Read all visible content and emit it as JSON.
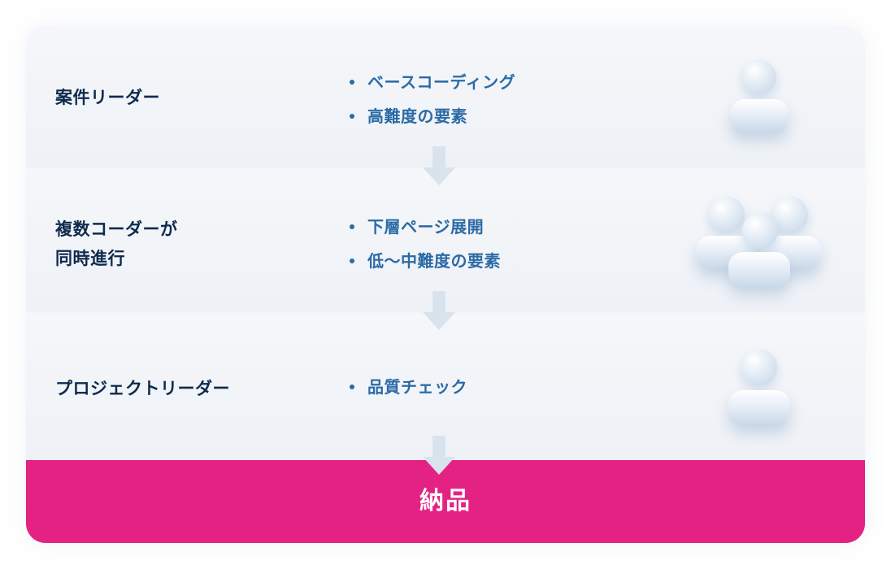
{
  "steps": [
    {
      "role_lines": [
        "案件リーダー"
      ],
      "tasks": [
        "ベースコーディング",
        "高難度の要素"
      ],
      "icon": "person-icon"
    },
    {
      "role_lines": [
        "複数コーダーが",
        "同時進行"
      ],
      "tasks": [
        "下層ページ展開",
        "低〜中難度の要素"
      ],
      "icon": "people-group-icon"
    },
    {
      "role_lines": [
        "プロジェクトリーダー"
      ],
      "tasks": [
        "品質チェック"
      ],
      "icon": "person-icon"
    }
  ],
  "final": {
    "label": "納品"
  },
  "colors": {
    "accent": "#e32283",
    "role_text": "#0d2a4d",
    "task_text": "#2c6aa6",
    "arrow": "#d9e3ee",
    "row_background": "#f3f5f8"
  }
}
